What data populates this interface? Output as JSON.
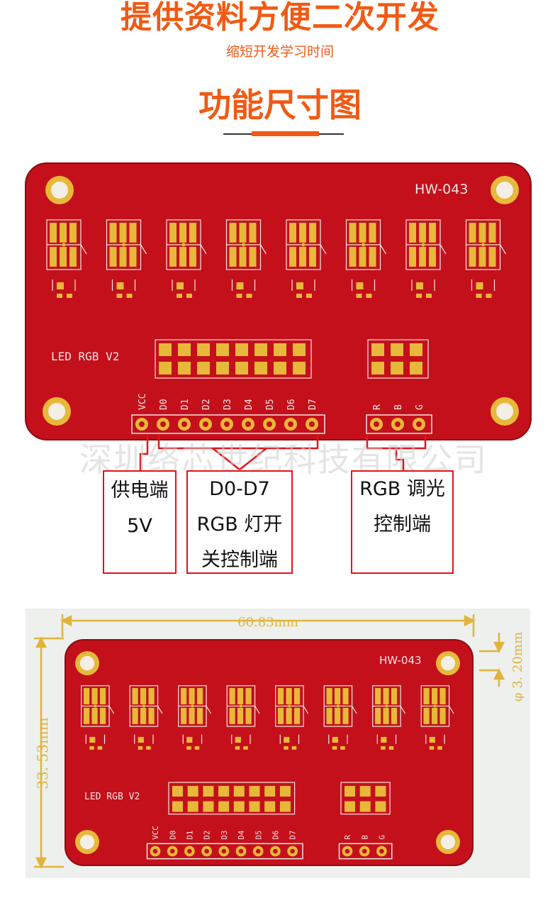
{
  "header": {
    "title": "提供资料方便二次开发",
    "subtitle": "缩短开发学习时间",
    "section_title": "功能尺寸图"
  },
  "board": {
    "model": "HW-043",
    "silkscreen": "LED RGB V2",
    "pin_labels": [
      "VCC",
      "D0",
      "D1",
      "D2",
      "D3",
      "D4",
      "D5",
      "D6",
      "D7"
    ],
    "rgb_labels": [
      "R",
      "B",
      "G"
    ]
  },
  "watermark": "深圳络芯世纪科技有限公司",
  "callouts": {
    "power": [
      "供电端",
      "5V"
    ],
    "data": [
      "D0-D7",
      "RGB 灯开",
      "关控制端"
    ],
    "rgb": [
      "RGB 调光",
      "控制端"
    ]
  },
  "dimensions": {
    "width": "60.83mm",
    "height": "33. 53mm",
    "hole": "φ 3. 20mm"
  },
  "colors": {
    "accent": "#f15a14",
    "pcb": "#c4101a",
    "gold": "#e7b83a",
    "callout_border": "#e0151a",
    "dimension": "#e0b43a"
  }
}
